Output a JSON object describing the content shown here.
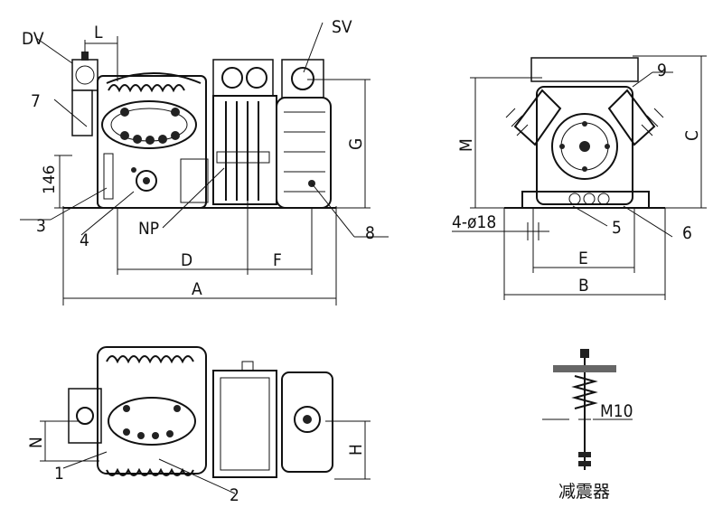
{
  "labels": {
    "dv": "DV",
    "l": "L",
    "sv": "SV",
    "seven": "7",
    "dim146": "146",
    "three": "3",
    "four": "4",
    "np": "NP",
    "eight": "8",
    "d": "D",
    "f": "F",
    "a": "A",
    "g": "G",
    "nine": "9",
    "m": "M",
    "c": "C",
    "holes": "4-ø18",
    "five": "5",
    "six": "6",
    "e": "E",
    "b": "B",
    "n": "N",
    "one": "1",
    "two": "2",
    "h": "H",
    "m10": "M10",
    "damper": "减震器"
  }
}
